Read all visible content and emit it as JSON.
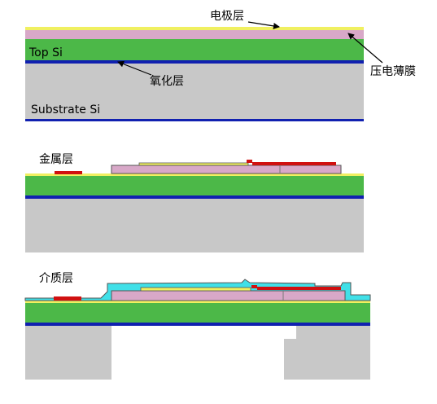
{
  "labels": {
    "electrode_layer": "电极层",
    "piezo_film": "压电薄膜",
    "top_si": "Top Si",
    "oxide_layer": "氧化层",
    "substrate_si": "Substrate Si",
    "metal_layer": "金属层",
    "dielectric_layer": "介质层"
  },
  "colors": {
    "substrate": "#c8c8c8",
    "oxide": "#1020b0",
    "top_si": "#4cb848",
    "piezo": "#d8a8c8",
    "electrode": "#f0f060",
    "metal": "#d01010",
    "dielectric": "#40e0e8",
    "outline": "#555555"
  }
}
